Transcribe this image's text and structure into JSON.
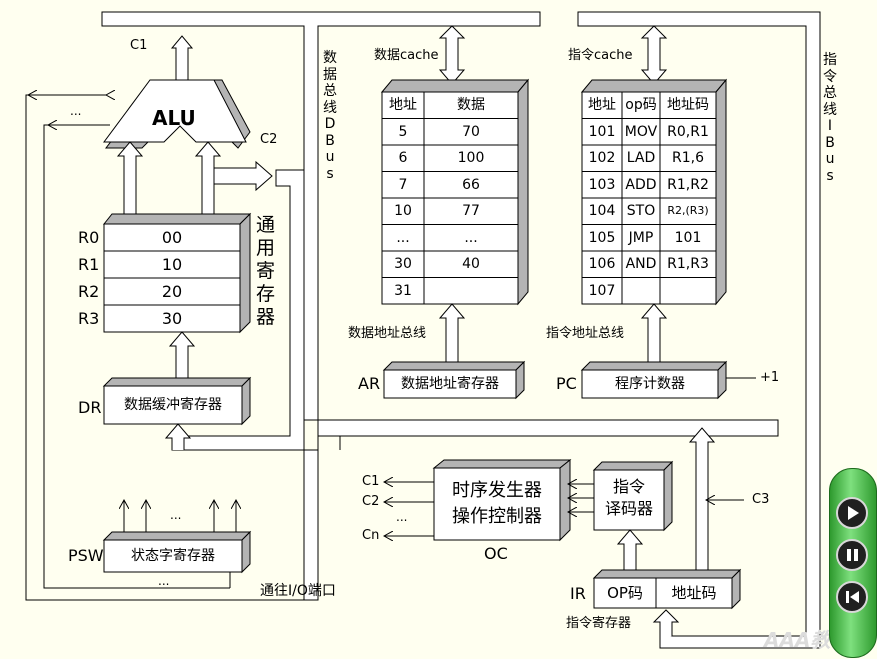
{
  "labels": {
    "c1_top": "C1",
    "alu": "ALU",
    "c2_alu": "C2",
    "dots": "...",
    "general_regs": [
      "通",
      "用",
      "寄",
      "存",
      "器"
    ],
    "dbus_vertical": [
      "数",
      "据",
      "总",
      "线",
      "D",
      "B",
      "u",
      "s"
    ],
    "ibus_vertical": [
      "指",
      "令",
      "总",
      "线",
      "I",
      "B",
      "u",
      "s"
    ],
    "data_cache": "数据cache",
    "instr_cache": "指令cache",
    "data_addr_bus": "数据地址总线",
    "instr_addr_bus": "指令地址总线",
    "ar": "AR",
    "ar_box": "数据地址寄存器",
    "pc": "PC",
    "pc_box": "程序计数器",
    "plus1": "+1",
    "dr": "DR",
    "dr_box": "数据缓冲寄存器",
    "psw": "PSW",
    "psw_box": "状态字寄存器",
    "io_port": "通往I/O端口",
    "timing": [
      "时序发生器",
      "操作控制器"
    ],
    "decoder": [
      "指令",
      "译码器"
    ],
    "oc": "OC",
    "c1": "C1",
    "c2": "C2",
    "cn": "Cn",
    "c3": "C3",
    "ir": "IR",
    "ir_op": "OP码",
    "ir_addr": "地址码",
    "ir_caption": "指令寄存器",
    "watermark": "AAA教育"
  },
  "registers": [
    {
      "name": "R0",
      "value": "00"
    },
    {
      "name": "R1",
      "value": "10"
    },
    {
      "name": "R2",
      "value": "20"
    },
    {
      "name": "R3",
      "value": "30"
    }
  ],
  "data_table": {
    "headers": [
      "地址",
      "数据"
    ],
    "rows": [
      [
        "5",
        "70"
      ],
      [
        "6",
        "100"
      ],
      [
        "7",
        "66"
      ],
      [
        "10",
        "77"
      ],
      [
        "...",
        "..."
      ],
      [
        "30",
        "40"
      ],
      [
        "31",
        ""
      ]
    ]
  },
  "instr_table": {
    "headers": [
      "地址",
      "op码",
      "地址码"
    ],
    "rows": [
      [
        "101",
        "MOV",
        "R0,R1"
      ],
      [
        "102",
        "LAD",
        "R1,6"
      ],
      [
        "103",
        "ADD",
        "R1,R2"
      ],
      [
        "104",
        "STO",
        "R2,(R3)"
      ],
      [
        "105",
        "JMP",
        "101"
      ],
      [
        "106",
        "AND",
        "R1,R3"
      ],
      [
        "107",
        "",
        ""
      ]
    ]
  },
  "colors": {
    "background": "#fffff0",
    "box_fill": "#ffffff",
    "box_side": "#b4b4b4",
    "line": "#000000",
    "control_green": "#3aa83a"
  }
}
